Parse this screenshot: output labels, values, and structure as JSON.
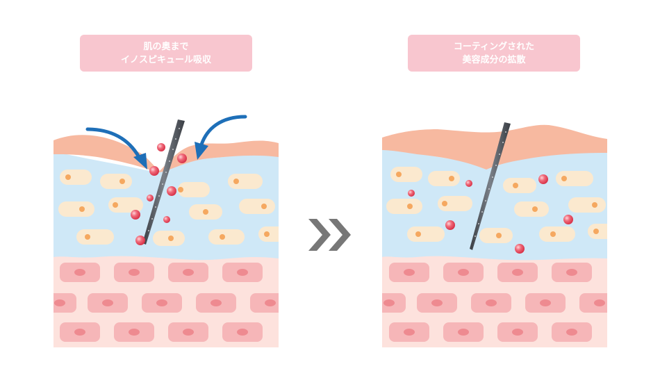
{
  "panels": [
    {
      "label_line1": "肌の奥まで",
      "label_line2": "イノスピキュール吸収"
    },
    {
      "label_line1": "コーティングされた",
      "label_line2": "美容成分の拡散"
    }
  ],
  "arrow_glyph": "double-chevron-right-icon",
  "colors": {
    "label_bg": "#f8c6cf",
    "epidermis_top": "#f7b9a0",
    "dermis": "#cfe8f7",
    "cell": "#fbe9cf",
    "nucleus": "#f5a860",
    "basal": "#fde2dd",
    "basal_cell": "#f6b6b8",
    "needle": "#555a60",
    "drop": "#e34a5c",
    "arrow": "#1e6fb8",
    "chevron": "#777777"
  }
}
